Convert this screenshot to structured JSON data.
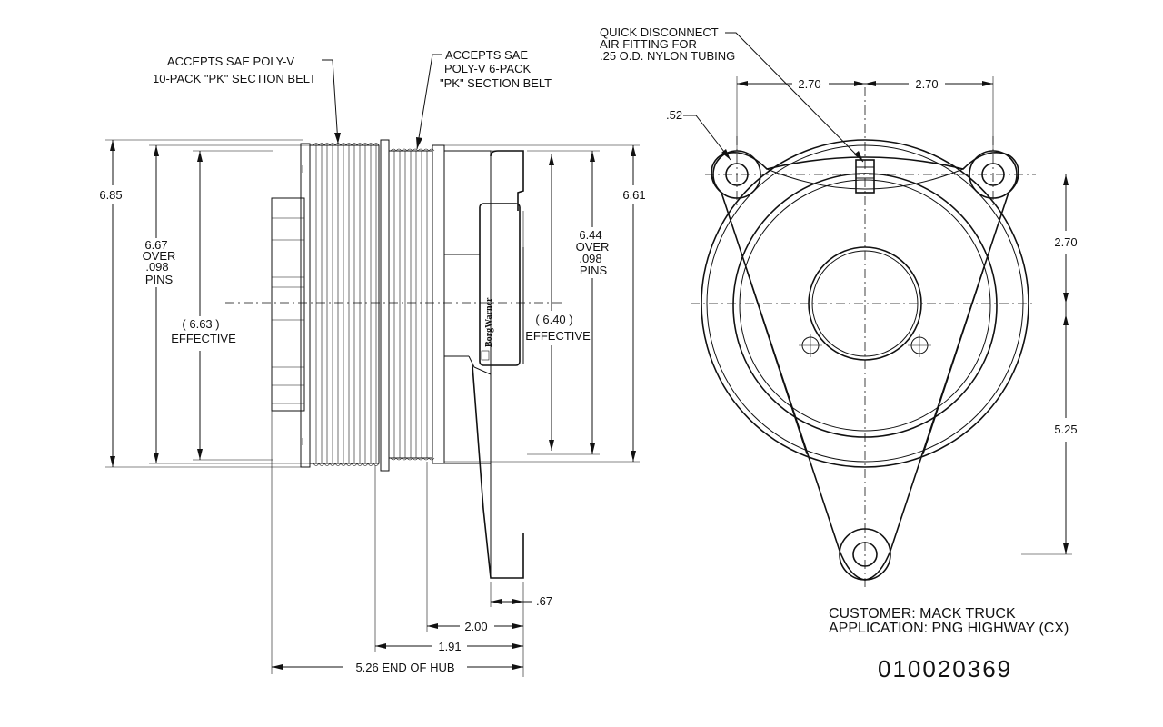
{
  "notes": {
    "belt10_line1": "ACCEPTS  SAE  POLY-V",
    "belt10_line2": "10-PACK \"PK\" SECTION  BELT",
    "belt6_line1": "ACCEPTS  SAE",
    "belt6_line2": "POLY-V  6-PACK",
    "belt6_line3": "\"PK\"  SECTION  BELT",
    "fitting_line1": "QUICK DISCONNECT",
    "fitting_line2": "AIR  FITTING  FOR",
    "fitting_line3": ".25  O.D.  NYLON TUBING"
  },
  "side_view": {
    "dim_685": "6.85",
    "dim_667_l1": "6.67",
    "dim_667_l2": "OVER",
    "dim_667_l3": ".098",
    "dim_667_l4": "PINS",
    "dim_663_l1": "( 6.63 )",
    "dim_663_l2": "EFFECTIVE",
    "dim_644_l1": "6.44",
    "dim_644_l2": "OVER",
    "dim_644_l3": ".098",
    "dim_644_l4": "PINS",
    "dim_640_l1": "(   6.40   )",
    "dim_640_l2": "EFFECTIVE",
    "dim_661": "6.61",
    "dim_067": ".67",
    "dim_200": "2.00",
    "dim_191": "1.91",
    "dim_526": "5.26  END OF HUB",
    "brand": "BorgWarner"
  },
  "front_view": {
    "dim_052": ".52",
    "dim_270_left": "2.70",
    "dim_270_right": "2.70",
    "dim_270_vert": "2.70",
    "dim_525": "5.25"
  },
  "title_block": {
    "customer": "CUSTOMER:  MACK TRUCK",
    "application": "APPLICATION:  PNG HIGHWAY  (CX)",
    "part_number": "010020369"
  }
}
